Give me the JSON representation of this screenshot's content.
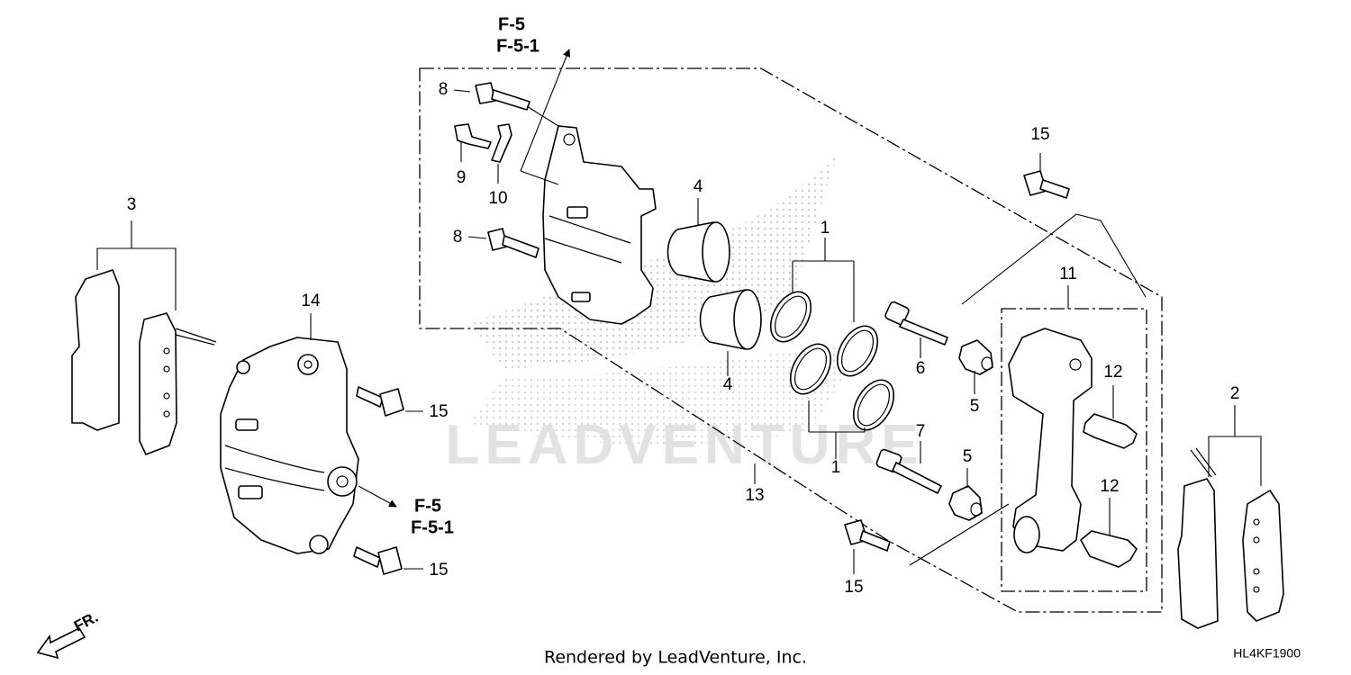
{
  "callouts": {
    "1": "1",
    "2": "2",
    "3": "3",
    "4": "4",
    "5": "5",
    "6": "6",
    "7": "7",
    "8": "8",
    "9": "9",
    "10": "10",
    "11": "11",
    "12": "12",
    "13": "13",
    "14": "14",
    "15": "15"
  },
  "refs": [
    "F-5",
    "F-5-1",
    "F-5",
    "F-5-1"
  ],
  "labels": {
    "front": "FR."
  },
  "watermark": {
    "text": "LEADVENTURE"
  },
  "footer": {
    "credit": "Rendered by LeadVenture, Inc.",
    "code": "HL4KF1900"
  }
}
